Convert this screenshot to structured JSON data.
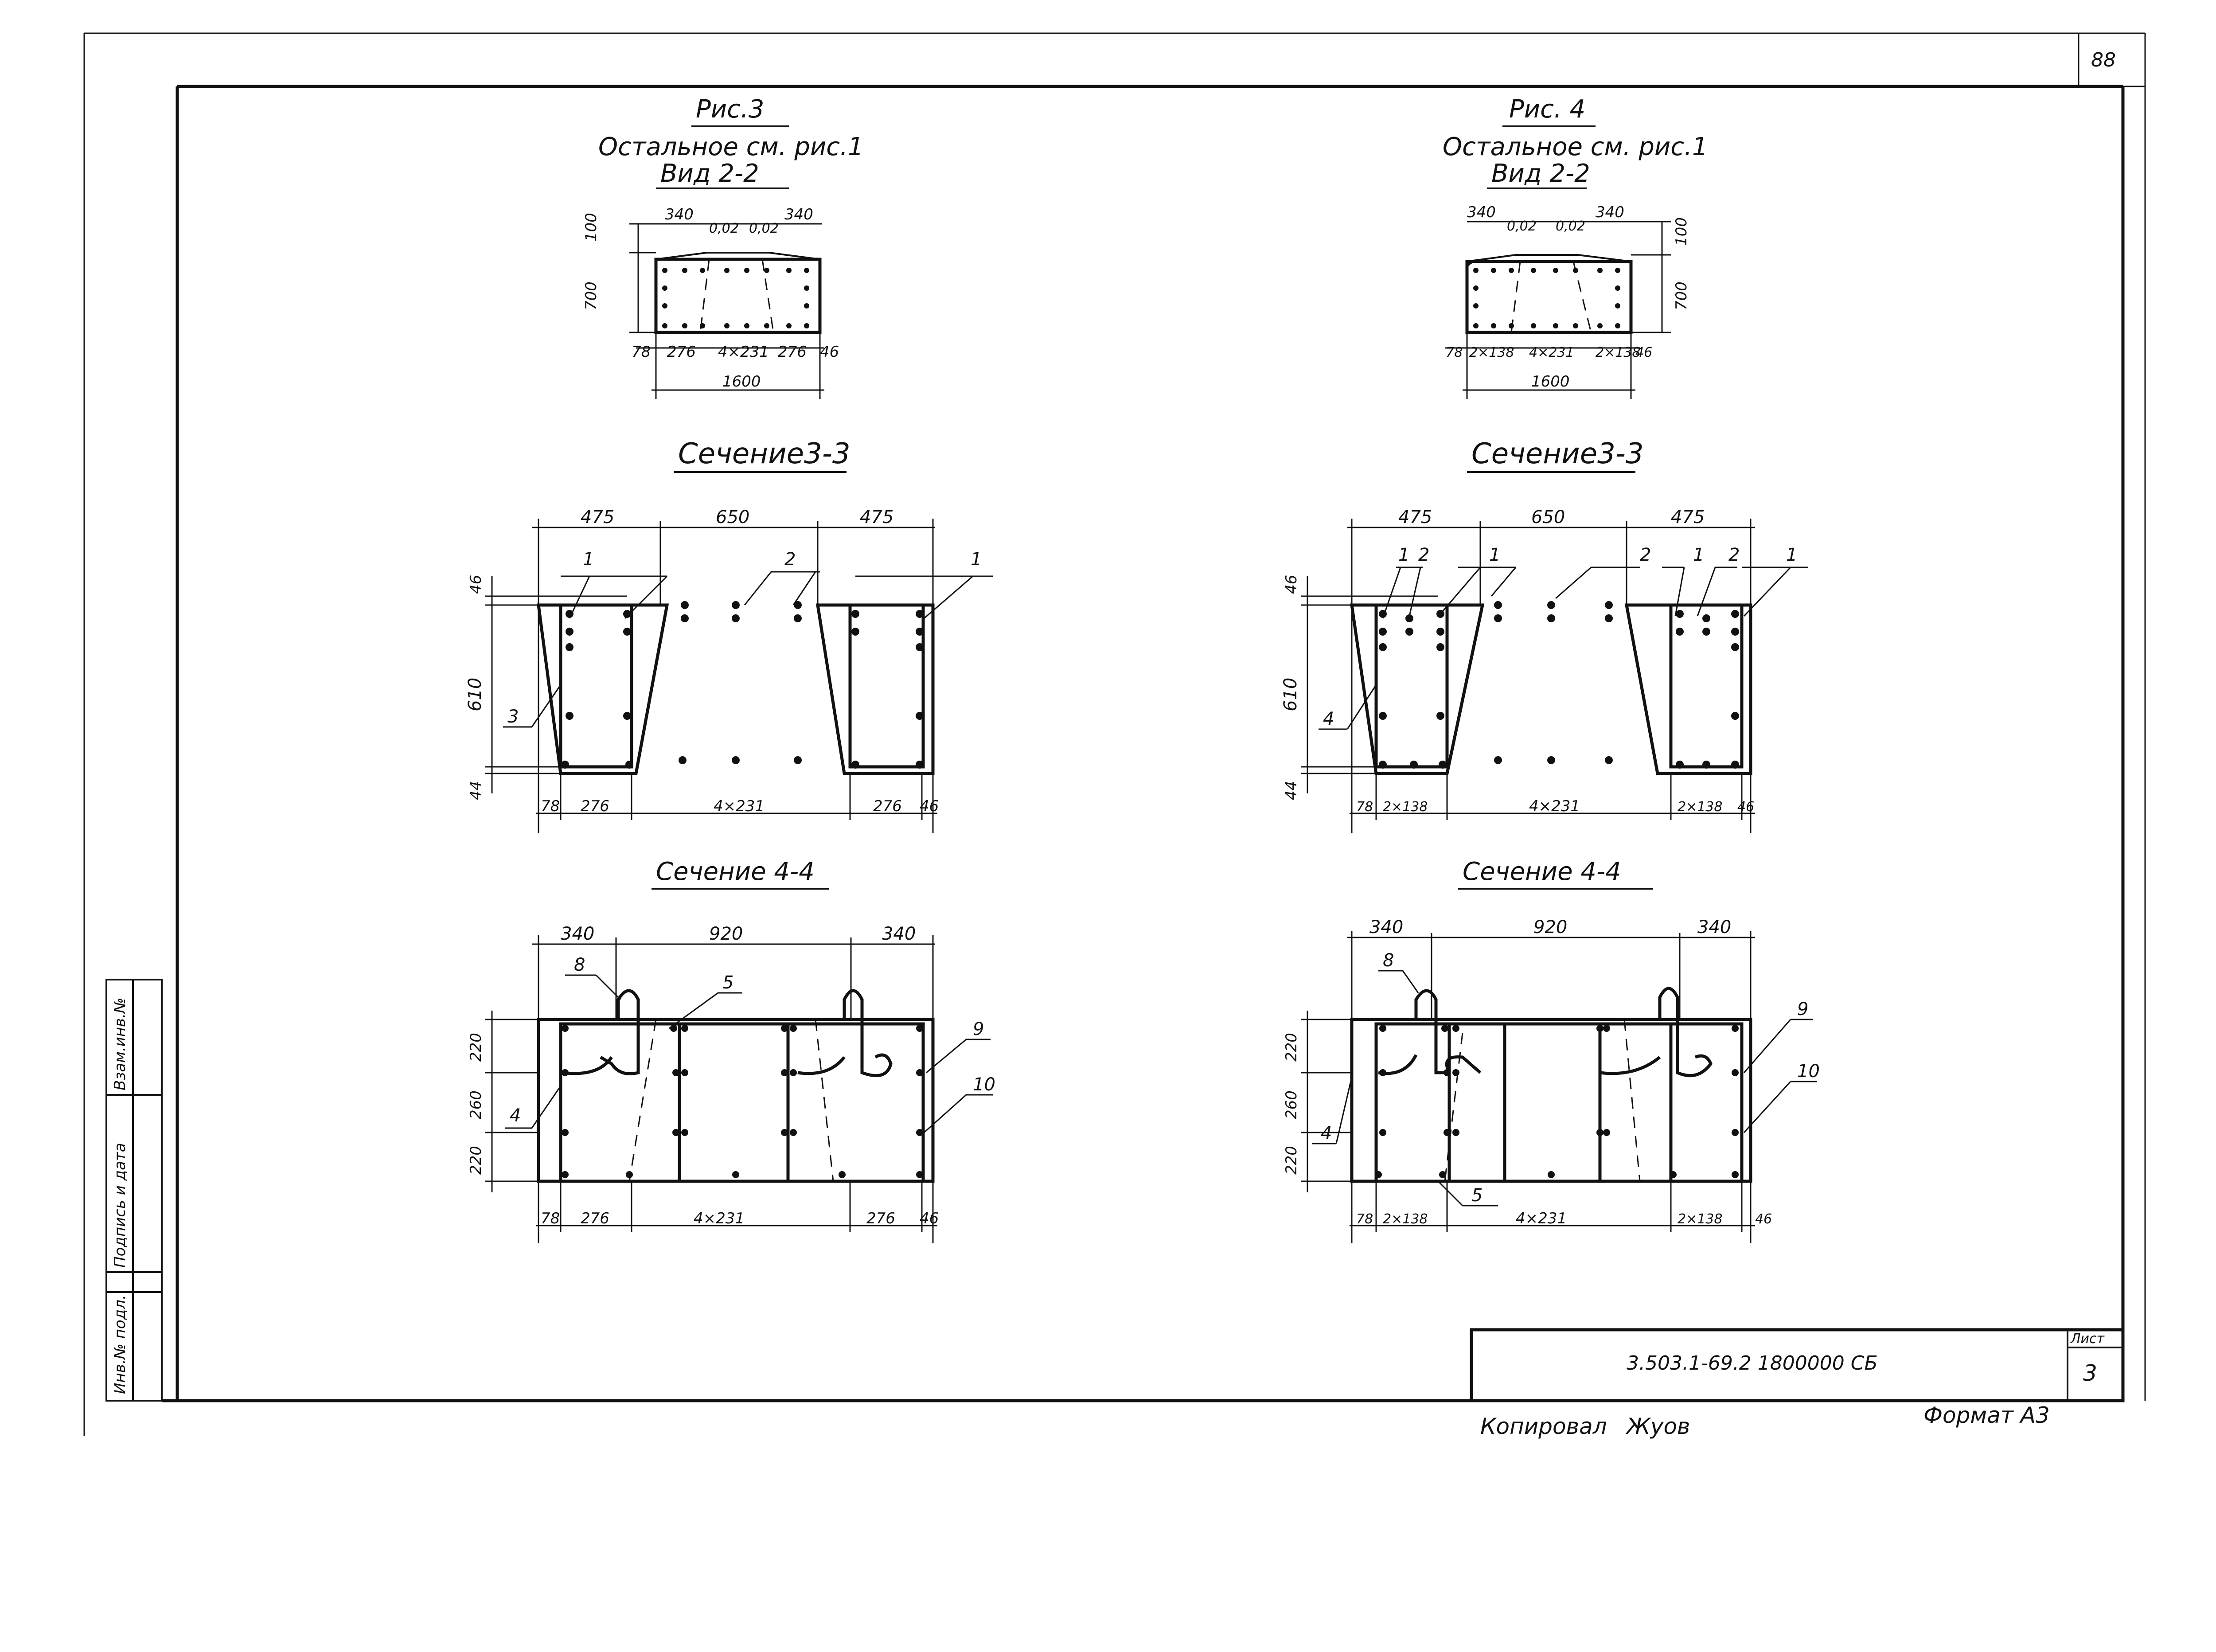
{
  "sheet": {
    "page_number": "88",
    "designation": "3.503.1-69.2 1800000 СБ",
    "sheet_label": "Лист",
    "sheet_number": "3",
    "copied_by_label": "Копировал",
    "copied_by_signature": "Жуов",
    "format_label": "Формат А3"
  },
  "side_stamp": {
    "inv_podl": "Инв.№ подл.",
    "signature_date": "Подпись и дата",
    "vzam_inv": "Взам.инв.№"
  },
  "left": {
    "fig_title": "Рис.3",
    "fig_note": "Остальное см. рис.1",
    "view_title": "Вид 2-2",
    "view_dims": {
      "top_left": "340",
      "top_right": "340",
      "slope_left": "0,02",
      "slope_right": "0,02",
      "h_top": "100",
      "h_main": "700",
      "b1": "78",
      "b2": "276",
      "b3": "4×231",
      "b4": "276",
      "b5": "46",
      "total": "1600"
    },
    "sec3_title": "Сечение3-3",
    "sec3_dims": {
      "top1": "475",
      "top2": "650",
      "top3": "475",
      "h1": "46",
      "h2": "610",
      "h3": "44",
      "b1": "78",
      "b2": "276",
      "b3": "4×231",
      "b4": "276",
      "b5": "46"
    },
    "sec3_marks": {
      "m1a": "1",
      "m2": "2",
      "m1b": "1",
      "m3": "3"
    },
    "sec4_title": "Сечение 4-4",
    "sec4_dims": {
      "top1": "340",
      "top2": "920",
      "top3": "340",
      "h1": "220",
      "h2": "260",
      "h3": "220",
      "b1": "78",
      "b2": "276",
      "b3": "4×231",
      "b4": "276",
      "b5": "46"
    },
    "sec4_marks": {
      "m8": "8",
      "m5": "5",
      "m9": "9",
      "m10": "10",
      "m4": "4"
    }
  },
  "right": {
    "fig_title": "Рис. 4",
    "fig_note": "Остальное см. рис.1",
    "view_title": "Вид 2-2",
    "view_dims": {
      "top_left": "340",
      "top_right": "340",
      "slope_left": "0,02",
      "slope_right": "0,02",
      "h_top": "100",
      "h_main": "700",
      "b1": "78",
      "b2": "2×138",
      "b3": "4×231",
      "b4": "2×138",
      "b5": "46",
      "total": "1600"
    },
    "sec3_title": "Сечение3-3",
    "sec3_dims": {
      "top1": "475",
      "top2": "650",
      "top3": "475",
      "h1": "46",
      "h2": "610",
      "h3": "44",
      "b1": "78",
      "b2": "2×138",
      "b3": "4×231",
      "b4": "2×138",
      "b5": "46"
    },
    "sec3_marks": {
      "m1a": "1",
      "m2a": "2",
      "m1b": "1",
      "m2b": "2",
      "m1c": "1",
      "m2c": "2",
      "m1d": "1",
      "m4": "4"
    },
    "sec4_title": "Сечение 4-4",
    "sec4_dims": {
      "top1": "340",
      "top2": "920",
      "top3": "340",
      "h1": "220",
      "h2": "260",
      "h3": "220",
      "b1": "78",
      "b2": "2×138",
      "b3": "4×231",
      "b4": "2×138",
      "b5": "46"
    },
    "sec4_marks": {
      "m8": "8",
      "m9": "9",
      "m10": "10",
      "m4": "4",
      "m5": "5"
    }
  }
}
